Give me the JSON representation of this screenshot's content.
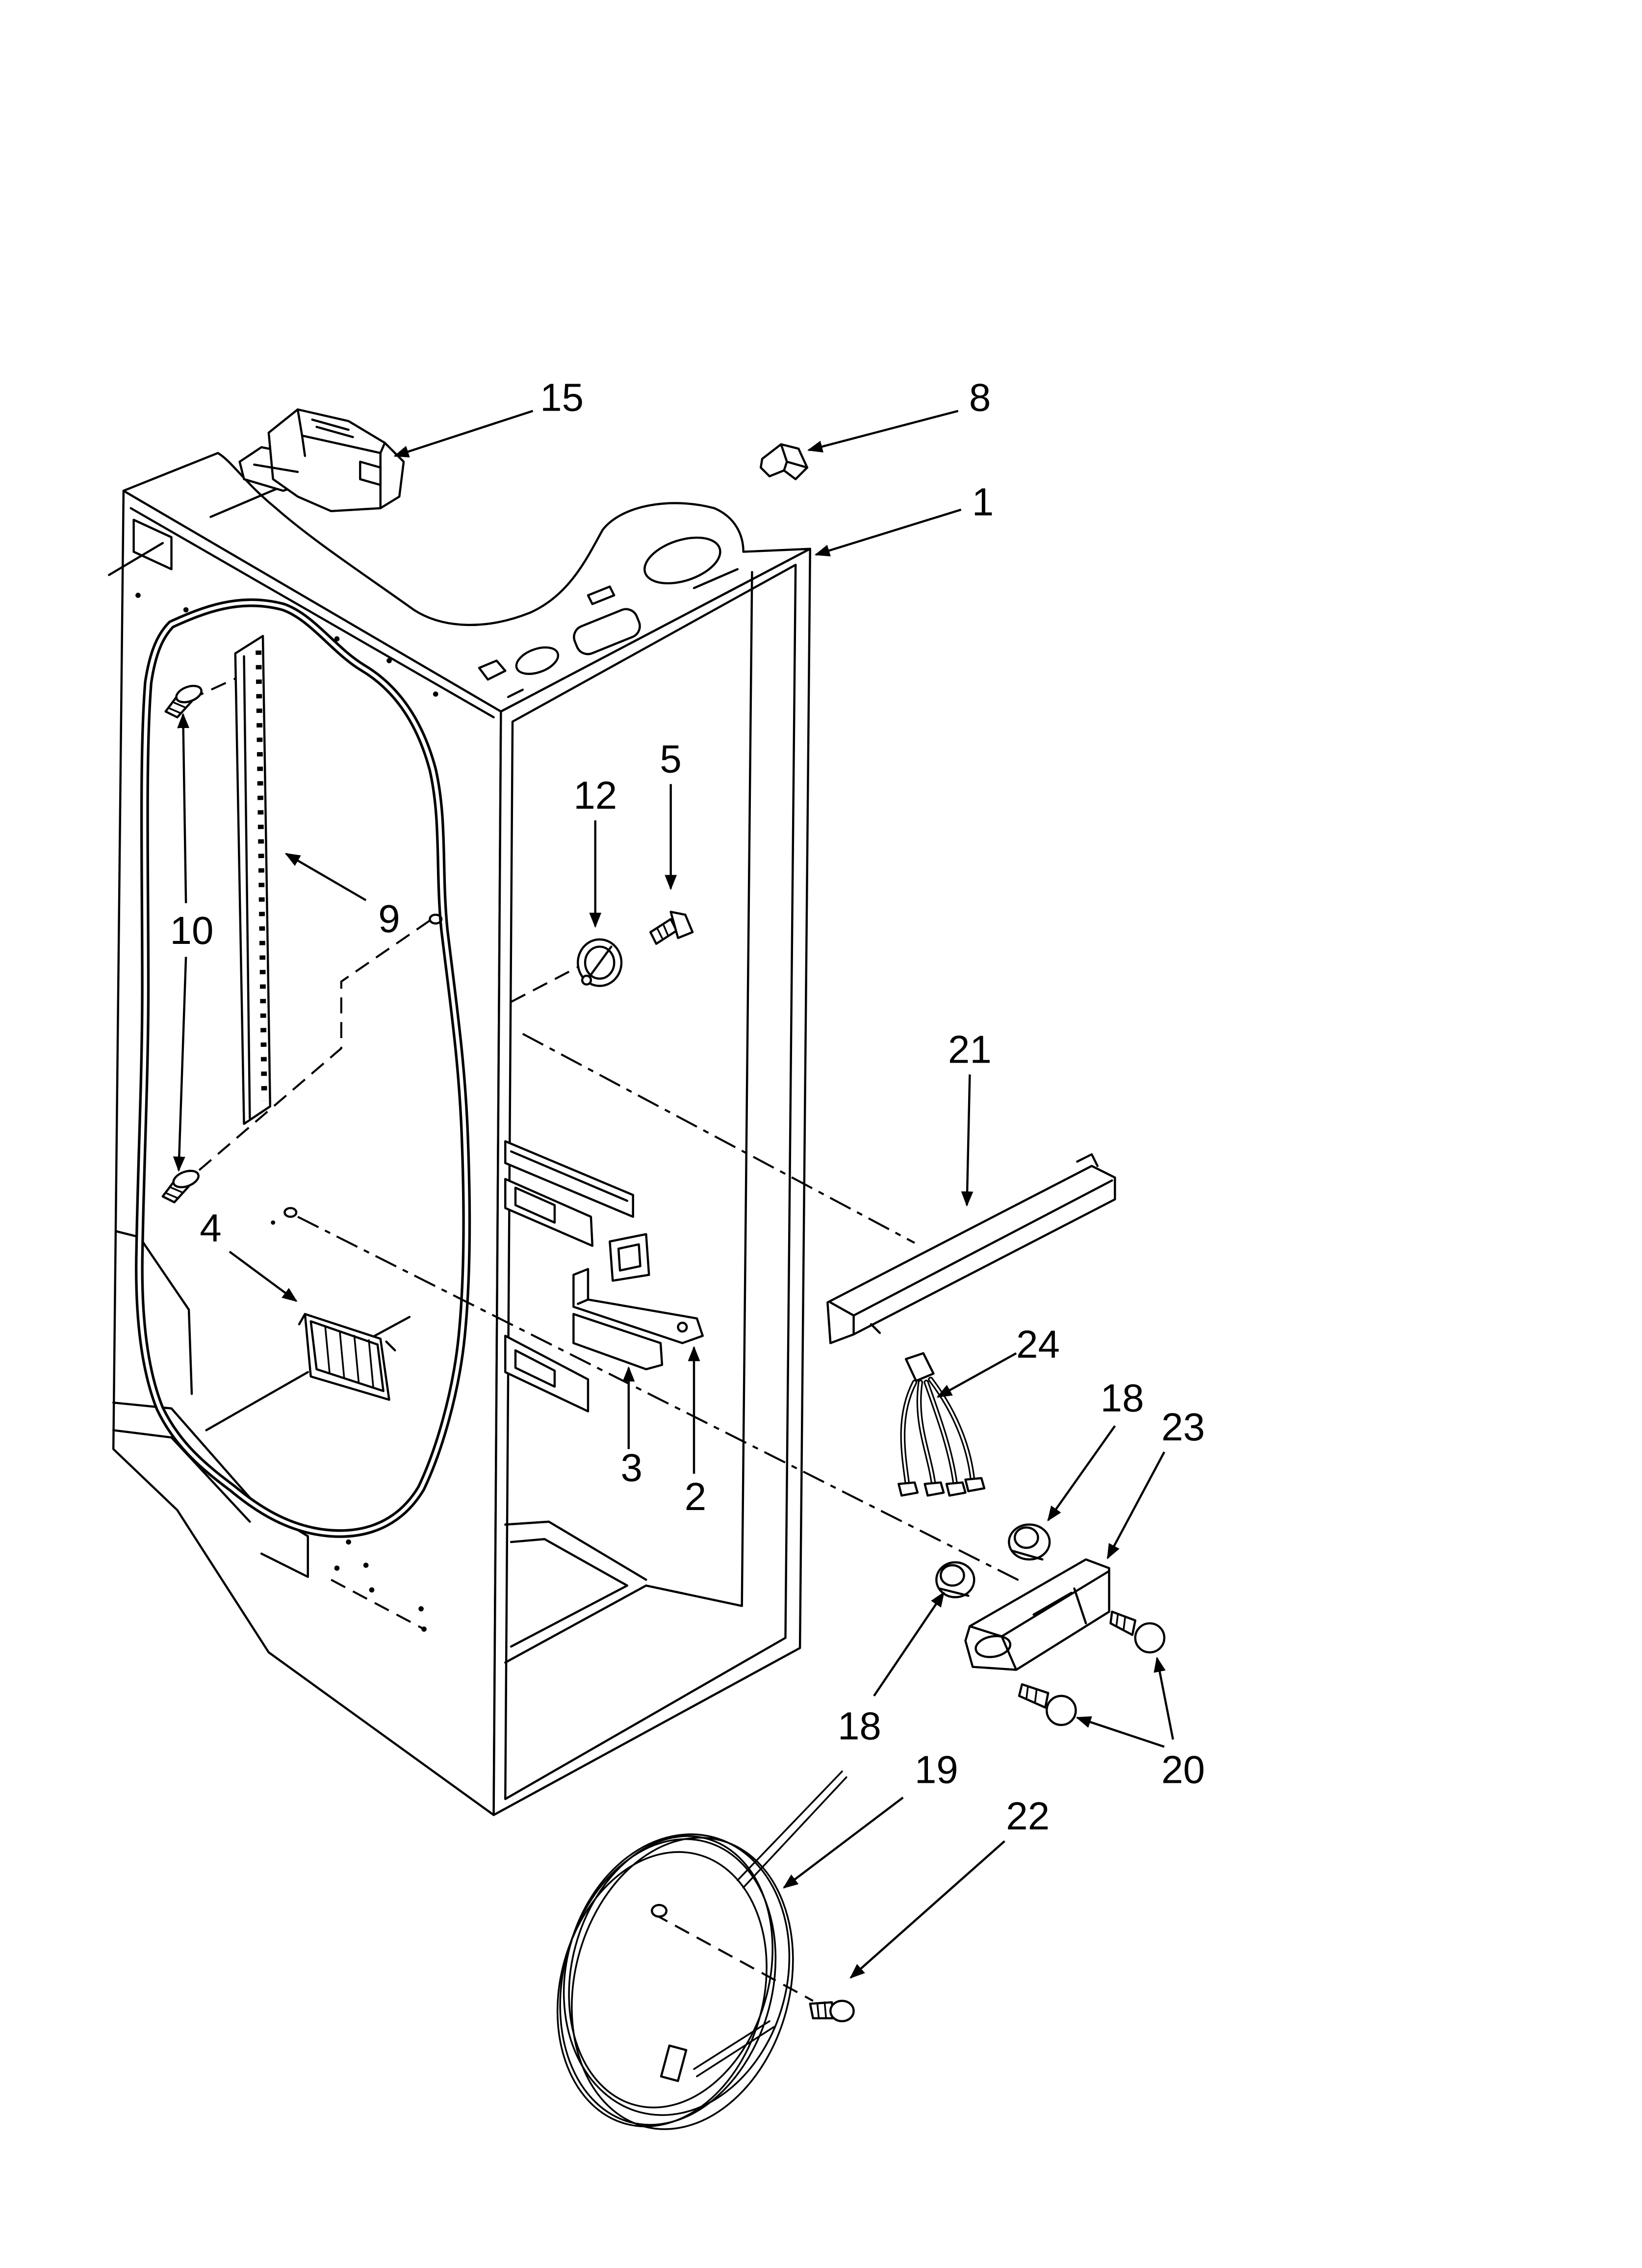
{
  "callouts": [
    "15",
    "8",
    "1",
    "12",
    "5",
    "10",
    "9",
    "21",
    "4",
    "24",
    "18",
    "23",
    "3",
    "2",
    "18",
    "20",
    "19",
    "22"
  ]
}
